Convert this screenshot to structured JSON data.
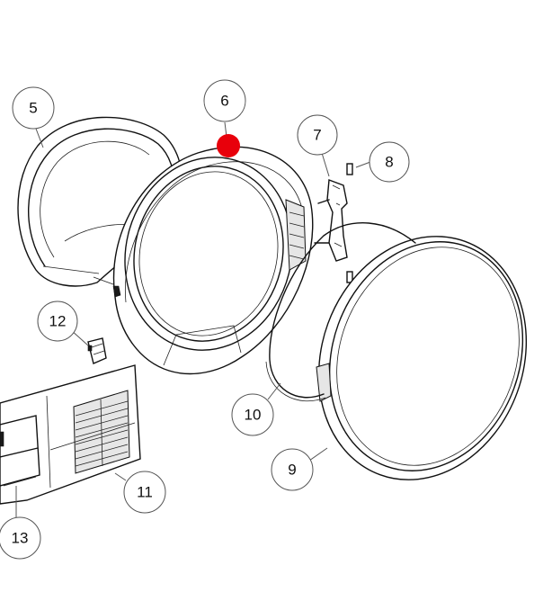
{
  "callouts": [
    {
      "label": "5"
    },
    {
      "label": "6"
    },
    {
      "label": "7"
    },
    {
      "label": "8"
    },
    {
      "label": "9"
    },
    {
      "label": "10"
    },
    {
      "label": "11"
    },
    {
      "label": "12"
    },
    {
      "label": "13"
    }
  ],
  "colors": {
    "highlight_dot": "#e8000b",
    "line": "#111111",
    "background": "#ffffff"
  }
}
